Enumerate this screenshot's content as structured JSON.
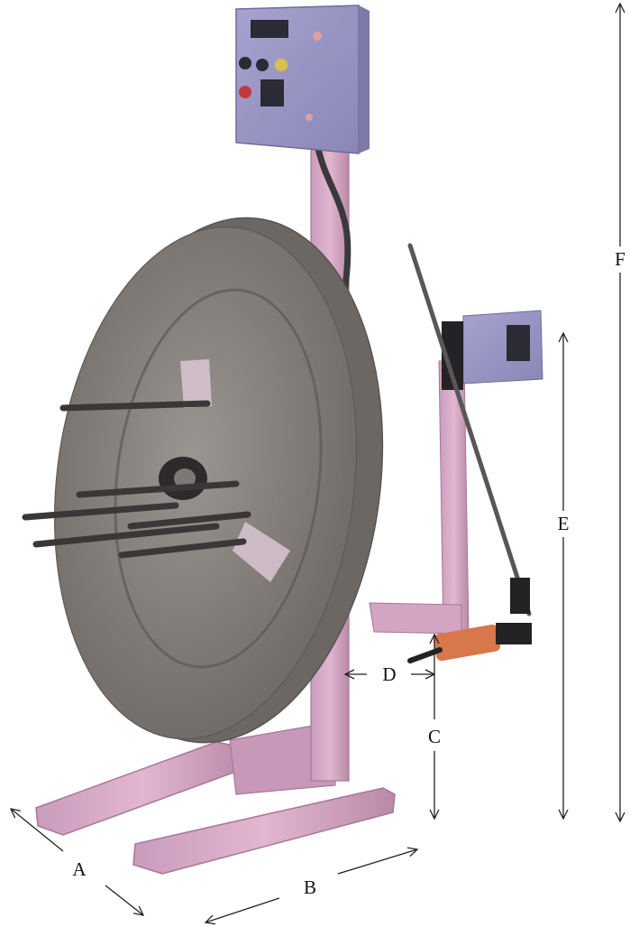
{
  "dimension_labels": {
    "a": "A",
    "b": "B",
    "c": "C",
    "d": "D",
    "e": "E",
    "f": "F"
  },
  "colors": {
    "frame": "#d8a6c6",
    "frame_shadow": "#b985a6",
    "reel": "#8f8a86",
    "reel_dark": "#6c6763",
    "control_box": "#9b97c4",
    "pin": "#3b3738",
    "tensioner_sleeve": "#d8784a",
    "dimension_line": "#222222"
  }
}
